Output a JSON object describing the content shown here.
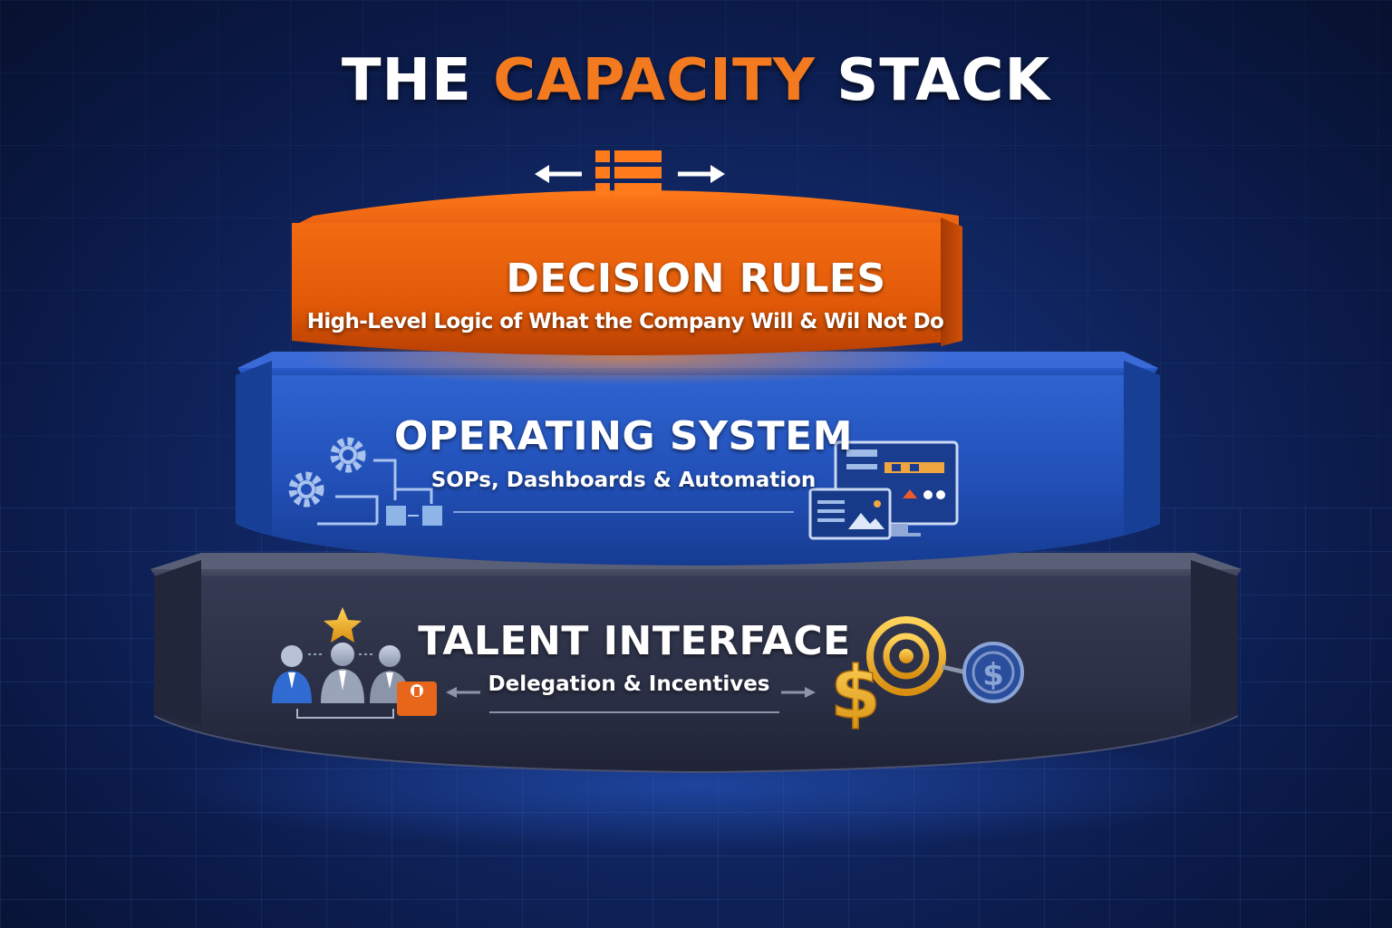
{
  "title": {
    "prefix": "THE",
    "highlight": "CAPACITY",
    "suffix": "STACK"
  },
  "colors": {
    "accent_orange": "#f47a20",
    "layer_blue": "#1f4fb8",
    "layer_dark": "#2a2f45",
    "background_navy": "#0b1a48",
    "gold": "#f0b429"
  },
  "layers": [
    {
      "heading": "DECISION RULES",
      "subtitle": "High-Level Logic of What the Company Will & Wil Not Do",
      "icons": [
        "arrow-left-icon",
        "list-blocks-icon",
        "arrow-right-icon"
      ]
    },
    {
      "heading": "OPERATING SYSTEM",
      "subtitle": "SOPs, Dashboards & Automation",
      "icons": [
        "gears-icon",
        "flowchart-icon",
        "dashboard-monitor-icon"
      ]
    },
    {
      "heading": "TALENT INTERFACE",
      "subtitle": "Delegation & Incentives",
      "icons": [
        "team-icon",
        "star-icon",
        "dollar-target-icon"
      ]
    }
  ]
}
